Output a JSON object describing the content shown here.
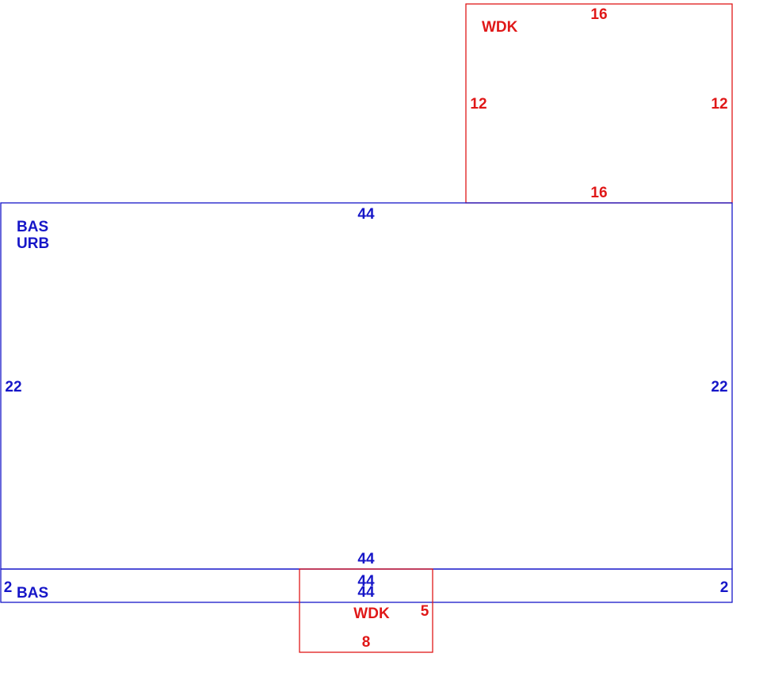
{
  "colors": {
    "bas": "#1616c8",
    "wdk": "#e01818"
  },
  "areas": {
    "wdk_top": {
      "code": "WDK",
      "dims": {
        "top": "16",
        "bottom": "16",
        "left": "12",
        "right": "12"
      }
    },
    "bas_main": {
      "code": "BAS",
      "subcode": "URB",
      "dims": {
        "top": "44",
        "bottom": "44",
        "left": "22",
        "right": "22"
      }
    },
    "bas_strip": {
      "code": "BAS",
      "dims": {
        "top": "44",
        "bottom": "44",
        "left": "2",
        "right": "2"
      }
    },
    "wdk_bottom": {
      "code": "WDK",
      "dims": {
        "top": "44",
        "bottom": "8",
        "right": "5"
      }
    }
  }
}
